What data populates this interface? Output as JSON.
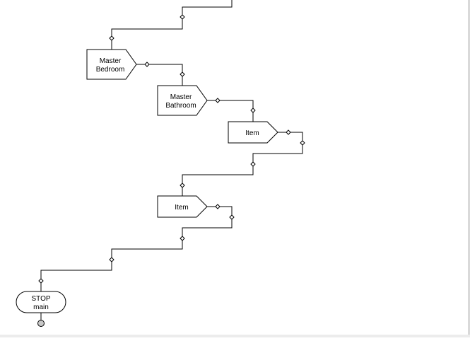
{
  "diagram": {
    "nodes": [
      {
        "id": "master-bedroom",
        "lines": [
          "Master",
          "Bedroom"
        ]
      },
      {
        "id": "master-bathroom",
        "lines": [
          "Master",
          "Bathroom"
        ]
      },
      {
        "id": "item-1",
        "lines": [
          "Item"
        ]
      },
      {
        "id": "item-2",
        "lines": [
          "Item"
        ]
      },
      {
        "id": "stop-main",
        "lines": [
          "STOP",
          "main"
        ]
      }
    ]
  }
}
